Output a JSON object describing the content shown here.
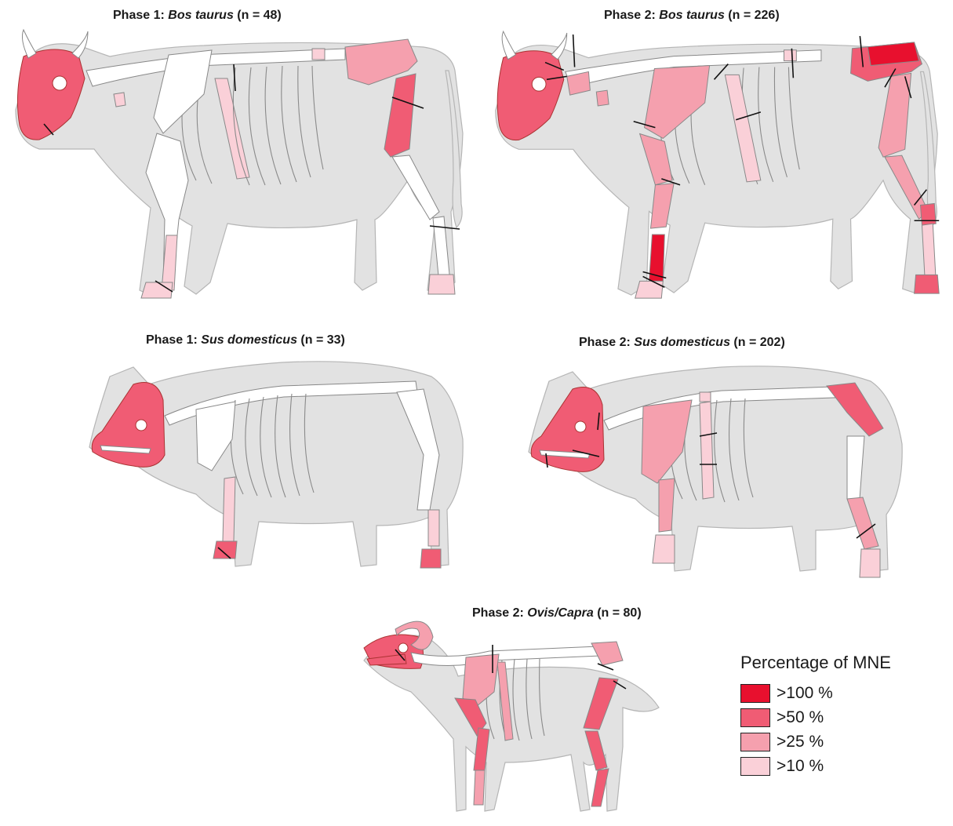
{
  "panels": [
    {
      "id": "cow1",
      "phase": "Phase 1: ",
      "taxon": "Bos taurus",
      "count": " (n = 48)"
    },
    {
      "id": "cow2",
      "phase": "Phase 2: ",
      "taxon": "Bos taurus",
      "count": " (n = 226)"
    },
    {
      "id": "pig1",
      "phase": "Phase 1: ",
      "taxon": "Sus domesticus",
      "count": " (n = 33)"
    },
    {
      "id": "pig2",
      "phase": "Phase 2: ",
      "taxon": "Sus domesticus",
      "count": " (n = 202)"
    },
    {
      "id": "sheep2",
      "phase": "Phase 2: ",
      "taxon": "Ovis/Capra",
      "count": " (n = 80)"
    }
  ],
  "legend": {
    "title": "Percentage of MNE",
    "items": [
      {
        "label": ">100 %",
        "color": "#e8102e"
      },
      {
        "label": ">50 %",
        "color": "#f05c74"
      },
      {
        "label": ">25 %",
        "color": "#f5a0ae"
      },
      {
        "label": ">10 %",
        "color": "#fad0d8"
      }
    ]
  },
  "colors": {
    "body": "#e2e2e2",
    "bone": "#ffffff",
    "outline": "#b5b5b5"
  }
}
